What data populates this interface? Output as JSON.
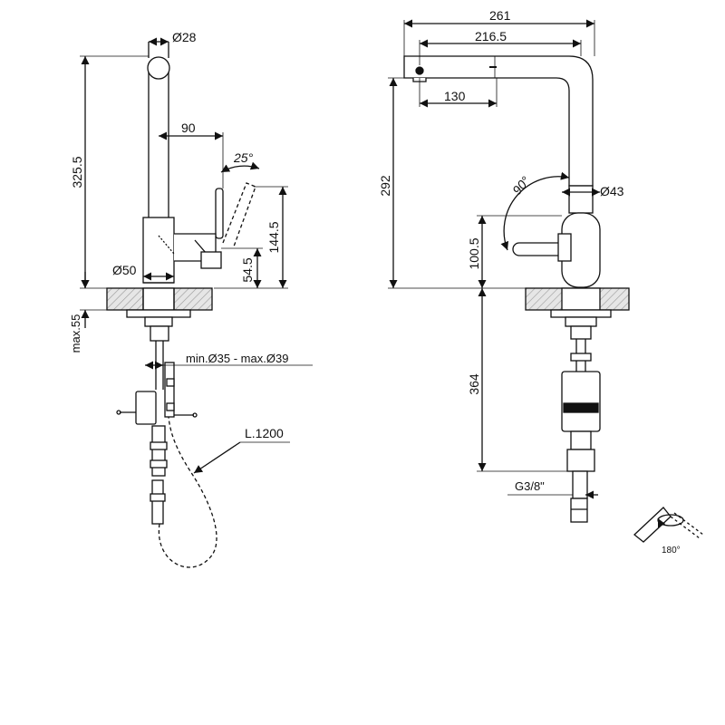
{
  "side_view": {
    "dim_spout_diameter": "Ø28",
    "dim_height_total": "325.5",
    "dim_lever_reach": "90",
    "dim_lever_angle": "25°",
    "dim_lever_height": "144.5",
    "dim_base_diameter": "Ø50",
    "dim_lever_lower": "54.5",
    "dim_max_deck": "max.55",
    "dim_hole_diameter": "min.Ø35 - max.Ø39",
    "dim_hose_length": "L.1200"
  },
  "front_view": {
    "dim_total_reach": "261",
    "dim_spout_reach": "216.5",
    "dim_outlet_reach": "130",
    "dim_height_outlet": "292",
    "dim_swivel_angle": "90°",
    "dim_body_diameter": "Ø43",
    "dim_lever_height": "100.5",
    "dim_under_deck": "364",
    "dim_thread": "G3/8\""
  },
  "rotation_icon": {
    "label": "180°",
    "icon": "rotation-180-icon"
  }
}
